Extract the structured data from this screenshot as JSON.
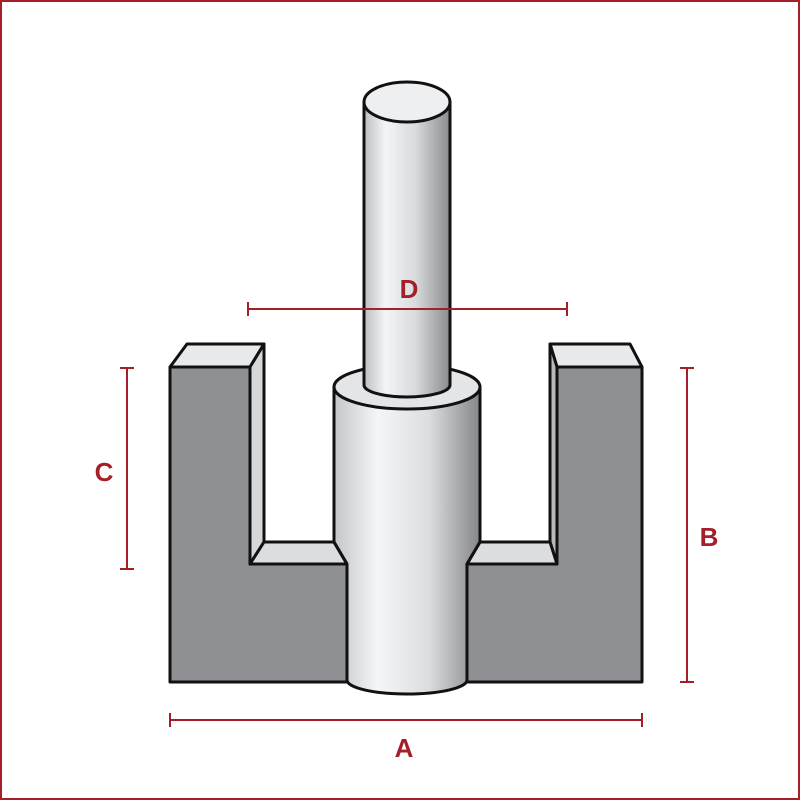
{
  "labels": {
    "a": "A",
    "b": "B",
    "c": "C",
    "d": "D"
  },
  "colors": {
    "dimension": "#a31f2a",
    "body_fill": "#8f9094",
    "body_top": "#e6e7e9",
    "body_inner": "#d3d4d6",
    "shaft_light": "#f2f3f4",
    "shaft_dark": "#9a9b9e",
    "outline": "#111111",
    "border": "#a31f2a"
  },
  "icons": {
    "shank": "shaft-icon",
    "cutter": "cutter-body-icon"
  }
}
